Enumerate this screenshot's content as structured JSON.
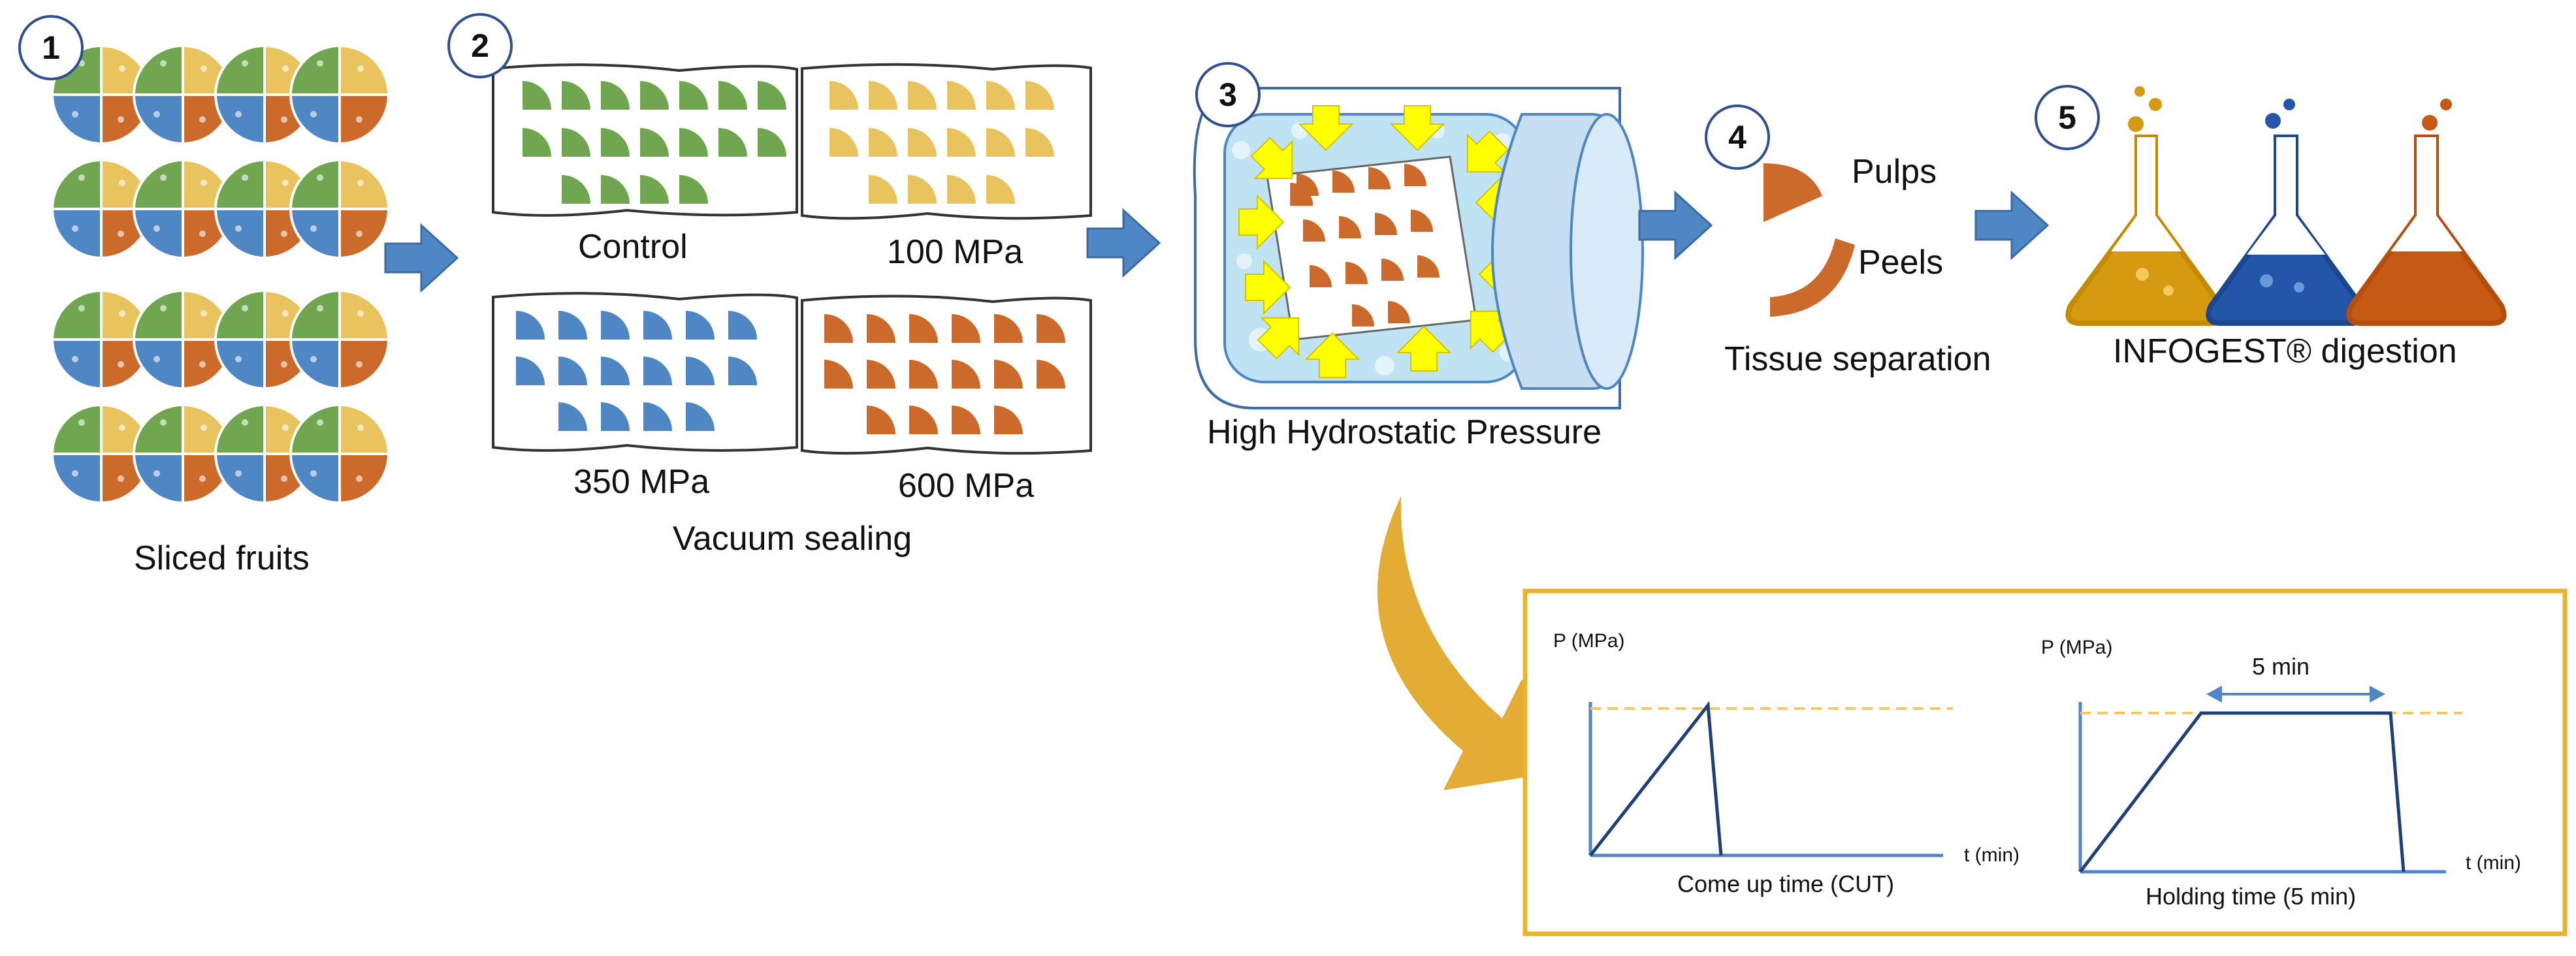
{
  "steps": {
    "s1": {
      "number": "1",
      "label": "Sliced fruits"
    },
    "s2": {
      "number": "2",
      "label": "Vacuum sealing",
      "bags": {
        "control": "Control",
        "p100": "100 MPa",
        "p350": "350 MPa",
        "p600": "600 MPa"
      }
    },
    "s3": {
      "number": "3",
      "label": "High Hydrostatic Pressure"
    },
    "s4": {
      "number": "4",
      "label": "Tissue separation",
      "pulps": "Pulps",
      "peels": "Peels"
    },
    "s5": {
      "number": "5",
      "label": "INFOGEST® digestion"
    }
  },
  "profiles": {
    "cut": {
      "ylabel": "P (MPa)",
      "xlabel": "t (min)",
      "caption": "Come up time (CUT)"
    },
    "hold": {
      "ylabel": "P (MPa)",
      "xlabel": "t (min)",
      "caption": "Holding time (5 min)",
      "duration": "5 min"
    }
  },
  "colors": {
    "green": "#70a650",
    "yellow": "#e8c35e",
    "blue": "#4f86c4",
    "orange": "#cc6a2c",
    "arrow": "#4f86c4",
    "frame": "#e9b32e",
    "curve": "#e2ac35",
    "pressure_arrow": "#ffff00",
    "flask_yellow": "#d69a10",
    "flask_blue": "#2356a8",
    "flask_orange": "#c65a14"
  }
}
